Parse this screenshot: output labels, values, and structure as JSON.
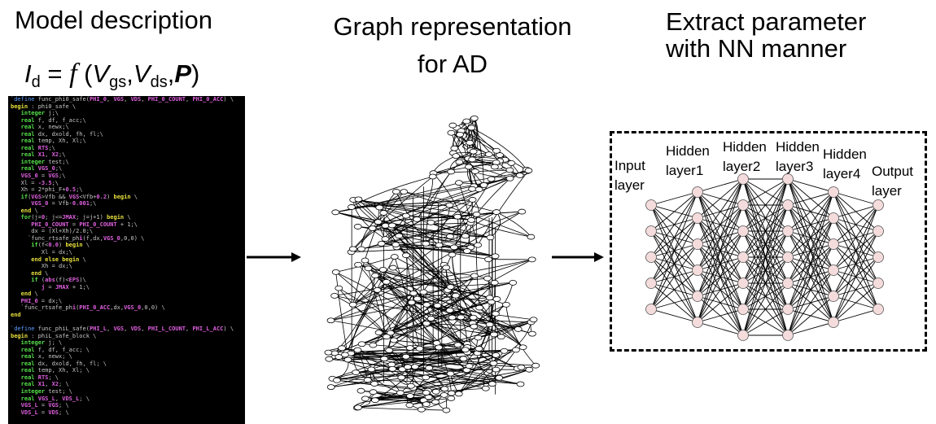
{
  "titles": {
    "model": "Model description",
    "graph_line1": "Graph representation",
    "graph_line2": "for AD",
    "extract_line1": "Extract parameter",
    "extract_line2": "with NN manner"
  },
  "formula": {
    "lhs": "I",
    "lhs_sub": "d",
    "eq": " = ",
    "fn": "f",
    "open": " (",
    "v1": "V",
    "v1_sub": "gs",
    "comma1": ",",
    "v2": "V",
    "v2_sub": "ds",
    "comma2": ",",
    "p": "P",
    "close": ")"
  },
  "code_colors": {
    "define": "#5aa0ff",
    "keyword": "#55e04a",
    "variable": "#e060e0",
    "block": "#e6e03c",
    "plain": "#c8c8c8"
  },
  "code_lines": [
    [
      [
        "d",
        "`define"
      ],
      [
        "p",
        " func_phi0_safe("
      ],
      [
        "v",
        "PHI_0"
      ],
      [
        "p",
        ", "
      ],
      [
        "v",
        "VGS"
      ],
      [
        "p",
        ", "
      ],
      [
        "v",
        "VDS"
      ],
      [
        "p",
        ", "
      ],
      [
        "v",
        "PHI_0_COUNT"
      ],
      [
        "p",
        ", "
      ],
      [
        "v",
        "PHI_0_ACC"
      ],
      [
        "p",
        ") \\"
      ]
    ],
    [
      [
        "b",
        "begin"
      ],
      [
        "p",
        " : phi0_safe \\"
      ]
    ],
    [
      [
        "k",
        "   integer"
      ],
      [
        "p",
        " j;\\"
      ]
    ],
    [
      [
        "k",
        "   real"
      ],
      [
        "p",
        " f, df, f_acc;\\"
      ]
    ],
    [
      [
        "k",
        "   real"
      ],
      [
        "p",
        " x, newx;\\"
      ]
    ],
    [
      [
        "k",
        "   real"
      ],
      [
        "p",
        " dx, dxold, fh, fl;\\"
      ]
    ],
    [
      [
        "k",
        "   real"
      ],
      [
        "p",
        " temp, Xh, Xl;\\"
      ]
    ],
    [
      [
        "k",
        "   real"
      ],
      [
        "v",
        " RTS"
      ],
      [
        "p",
        ";\\"
      ]
    ],
    [
      [
        "k",
        "   real"
      ],
      [
        "v",
        " X1"
      ],
      [
        "p",
        ", "
      ],
      [
        "v",
        "X2"
      ],
      [
        "p",
        ";\\"
      ]
    ],
    [
      [
        "k",
        "   integer"
      ],
      [
        "p",
        " test;\\"
      ]
    ],
    [
      [
        "k",
        "   real"
      ],
      [
        "v",
        " VGS_0"
      ],
      [
        "p",
        ";\\"
      ]
    ],
    [
      [
        "v",
        "   VGS_0"
      ],
      [
        "p",
        " = "
      ],
      [
        "v",
        "VGS"
      ],
      [
        "p",
        ";\\"
      ]
    ],
    [
      [
        "p",
        "   Xl = "
      ],
      [
        "v",
        "-3.5"
      ],
      [
        "p",
        ";\\"
      ]
    ],
    [
      [
        "p",
        "   Xh = 2*phi_F+"
      ],
      [
        "v",
        "0.5"
      ],
      [
        "p",
        ";\\"
      ]
    ],
    [
      [
        "k",
        "   if"
      ],
      [
        "p",
        "("
      ],
      [
        "v",
        "VGS"
      ],
      [
        "p",
        ">Vfb && "
      ],
      [
        "v",
        "VGS"
      ],
      [
        "p",
        "<Vfb+"
      ],
      [
        "v",
        "0.2"
      ],
      [
        "p",
        ") "
      ],
      [
        "b",
        "begin"
      ],
      [
        "p",
        " \\"
      ]
    ],
    [
      [
        "v",
        "      VGS_0"
      ],
      [
        "p",
        " = Vfb-"
      ],
      [
        "v",
        "0.001"
      ],
      [
        "p",
        ";\\"
      ]
    ],
    [
      [
        "b",
        "   end"
      ],
      [
        "p",
        " \\"
      ]
    ],
    [
      [
        "k",
        "   for"
      ],
      [
        "p",
        "(j="
      ],
      [
        "v",
        "0"
      ],
      [
        "p",
        "; j<="
      ],
      [
        "v",
        "JMAX"
      ],
      [
        "p",
        "; j=j+1) "
      ],
      [
        "b",
        "begin"
      ],
      [
        "p",
        " \\"
      ]
    ],
    [
      [
        "v",
        "      PHI_0_COUNT"
      ],
      [
        "p",
        " = "
      ],
      [
        "v",
        "PHI_0_COUNT"
      ],
      [
        "p",
        " + 1;\\"
      ]
    ],
    [
      [
        "p",
        "      dx = (Xl+Xh)/2.0;\\"
      ]
    ],
    [
      [
        "p",
        "     `func_rtsafe_ph"
      ],
      [
        "v",
        "i"
      ],
      [
        "p",
        "(f,dx,"
      ],
      [
        "v",
        "VGS_0"
      ],
      [
        "p",
        ",0,0) \\"
      ]
    ],
    [
      [
        "k",
        "      if"
      ],
      [
        "p",
        "(f<"
      ],
      [
        "v",
        "0.0"
      ],
      [
        "p",
        ") "
      ],
      [
        "b",
        "begin"
      ],
      [
        "p",
        " \\"
      ]
    ],
    [
      [
        "p",
        "         Xl = dx;\\"
      ]
    ],
    [
      [
        "b",
        "      end else begin"
      ],
      [
        "p",
        " \\"
      ]
    ],
    [
      [
        "p",
        "         Xh = dx;\\"
      ]
    ],
    [
      [
        "b",
        "      end"
      ],
      [
        "p",
        " \\"
      ]
    ],
    [
      [
        "k",
        "      if"
      ],
      [
        "p",
        " ("
      ],
      [
        "v",
        "abs"
      ],
      [
        "p",
        "(f)<"
      ],
      [
        "v",
        "EPS"
      ],
      [
        "p",
        ")\\"
      ]
    ],
    [
      [
        "v",
        "         j"
      ],
      [
        "p",
        " = "
      ],
      [
        "v",
        "JMAX"
      ],
      [
        "p",
        " + 1;\\"
      ]
    ],
    [
      [
        "b",
        "   end"
      ],
      [
        "p",
        " \\"
      ]
    ],
    [
      [
        "v",
        "   PHI_0"
      ],
      [
        "p",
        " = dx;\\"
      ]
    ],
    [
      [
        "p",
        "   `func_rtsafe_ph"
      ],
      [
        "v",
        "i"
      ],
      [
        "p",
        "("
      ],
      [
        "v",
        "PHI_0_ACC"
      ],
      [
        "p",
        ",dx,"
      ],
      [
        "v",
        "VGS_0"
      ],
      [
        "p",
        ",0,0) \\"
      ]
    ],
    [
      [
        "b",
        "end"
      ]
    ],
    [
      [
        "p",
        ""
      ]
    ],
    [
      [
        "d",
        "`define"
      ],
      [
        "p",
        " func_phiL_safe("
      ],
      [
        "v",
        "PHI_L"
      ],
      [
        "p",
        ", "
      ],
      [
        "v",
        "VGS"
      ],
      [
        "p",
        ", "
      ],
      [
        "v",
        "VDS"
      ],
      [
        "p",
        ", "
      ],
      [
        "v",
        "PHI_L_COUNT"
      ],
      [
        "p",
        ", "
      ],
      [
        "v",
        "PHI_L_ACC"
      ],
      [
        "p",
        ") \\"
      ]
    ],
    [
      [
        "b",
        "begin"
      ],
      [
        "p",
        " : phiL_safe_block \\"
      ]
    ],
    [
      [
        "k",
        "   integer"
      ],
      [
        "p",
        " j; \\"
      ]
    ],
    [
      [
        "k",
        "   real"
      ],
      [
        "p",
        " f, df, f_acc; \\"
      ]
    ],
    [
      [
        "k",
        "   real"
      ],
      [
        "p",
        " x, newx; \\"
      ]
    ],
    [
      [
        "k",
        "   real"
      ],
      [
        "p",
        " dx, dxold, fh, fl; \\"
      ]
    ],
    [
      [
        "k",
        "   real"
      ],
      [
        "p",
        " temp, Xh, Xl; \\"
      ]
    ],
    [
      [
        "k",
        "   real"
      ],
      [
        "v",
        " RTS"
      ],
      [
        "p",
        "; \\"
      ]
    ],
    [
      [
        "k",
        "   real"
      ],
      [
        "v",
        " X1"
      ],
      [
        "p",
        ", "
      ],
      [
        "v",
        "X2"
      ],
      [
        "p",
        "; \\"
      ]
    ],
    [
      [
        "k",
        "   integer"
      ],
      [
        "p",
        " test; \\"
      ]
    ],
    [
      [
        "k",
        "   real"
      ],
      [
        "v",
        " VGS_L"
      ],
      [
        "p",
        ", "
      ],
      [
        "v",
        "VDS_L"
      ],
      [
        "p",
        "; \\"
      ]
    ],
    [
      [
        "v",
        "   VGS_L"
      ],
      [
        "p",
        " = "
      ],
      [
        "v",
        "VGS"
      ],
      [
        "p",
        "; \\"
      ]
    ],
    [
      [
        "v",
        "   VDS_L"
      ],
      [
        "p",
        " = "
      ],
      [
        "v",
        "VDS"
      ],
      [
        "p",
        "; \\"
      ]
    ]
  ],
  "nn": {
    "layers": [
      {
        "label1": "Input",
        "label2": "layer",
        "nodes": 5
      },
      {
        "label1": "Hidden",
        "label2": "layer1",
        "nodes": 6
      },
      {
        "label1": "Hidden",
        "label2": "layer2",
        "nodes": 7
      },
      {
        "label1": "Hidden",
        "label2": "layer3",
        "nodes": 7
      },
      {
        "label1": "Hidden",
        "label2": "layer4",
        "nodes": 6
      },
      {
        "label1": "Output",
        "label2": "layer",
        "nodes": 5
      }
    ],
    "node_fill": "#f5dcdc"
  }
}
